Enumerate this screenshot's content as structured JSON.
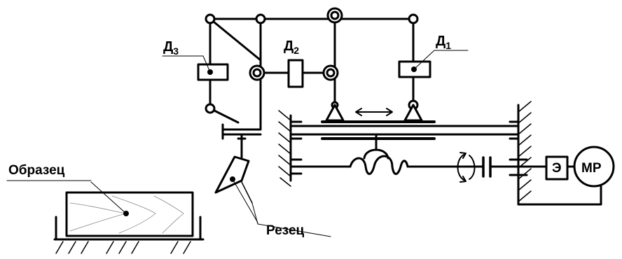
{
  "labels": {
    "sample": "Образец",
    "cutter": "Резец",
    "sensor1": {
      "main": "Д",
      "sub": "1"
    },
    "sensor2": {
      "main": "Д",
      "sub": "2"
    },
    "sensor3": {
      "main": "Д",
      "sub": "3"
    },
    "motor": "МР",
    "element": "Э"
  },
  "colors": {
    "stroke": "#000000",
    "background": "#ffffff"
  }
}
